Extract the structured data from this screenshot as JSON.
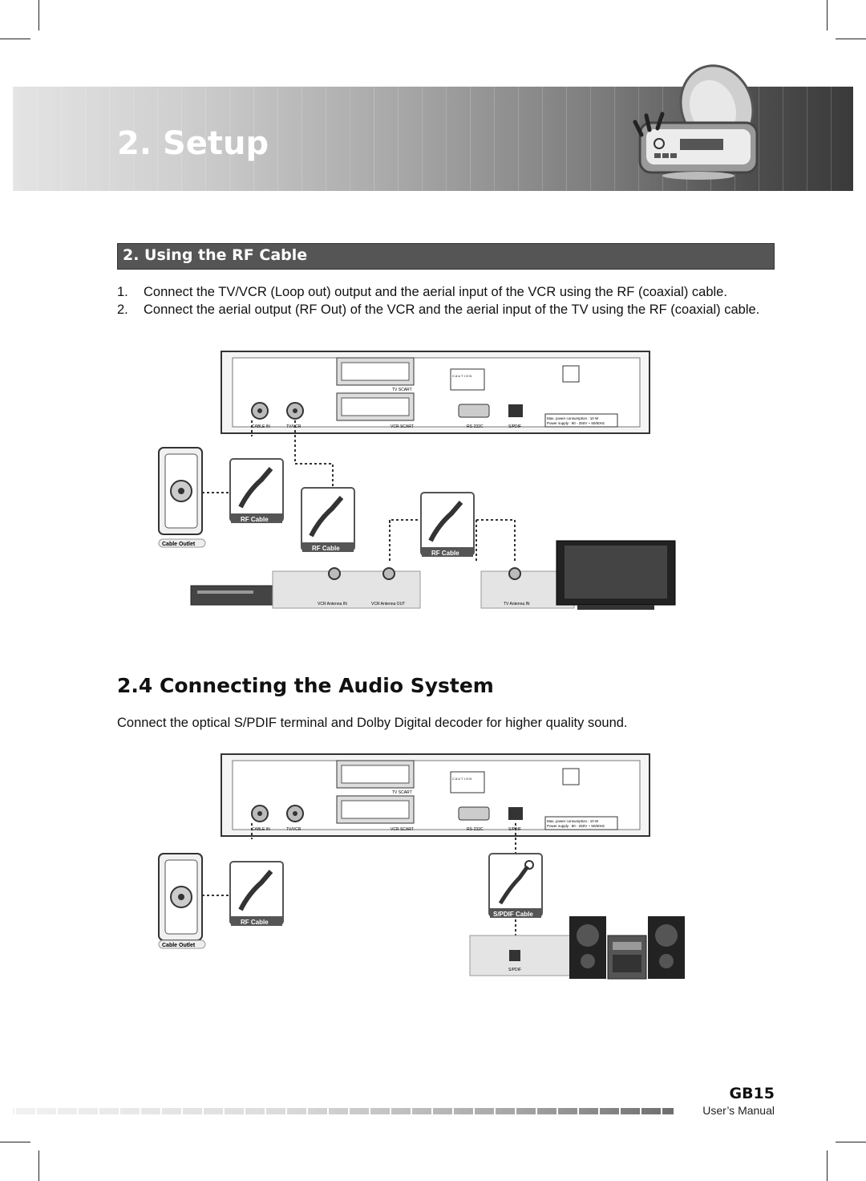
{
  "header": {
    "title": "2. Setup",
    "icon": "satellite-receiver-icon"
  },
  "rf_section": {
    "title": "2. Using the RF Cable",
    "steps": [
      {
        "num": "1.",
        "text": "Connect the TV/VCR (Loop out) output and the aerial input of the VCR using the RF (coaxial) cable."
      },
      {
        "num": "2.",
        "text": "Connect the aerial output (RF Out) of the VCR and the aerial input of the TV using the RF (coaxial) cable."
      }
    ]
  },
  "receiver_labels": {
    "cable_in": "CABLE IN",
    "tv_vcr": "TV/VCR",
    "vcr_scart": "VCR SCART",
    "tv_scart": "TV SCART",
    "rs232c": "RS-232C",
    "spdif": "S/PDIF",
    "power_line1": "Max. power consumption : 10 W",
    "power_line2": "Power supply : 90 - 250V ~ 50/60Hz",
    "caution": "C A U T I O N"
  },
  "diagram1": {
    "cable_outlet": "Cable Outlet",
    "rf_cable": "RF Cable",
    "vcr_antenna_in": "VCR Antenna IN",
    "vcr_antenna_out": "VCR Antenna OUT",
    "tv_antenna_in": "TV Antenna IN"
  },
  "audio_section": {
    "title": "2.4 Connecting the Audio System",
    "description": "Connect the optical S/PDIF terminal and Dolby Digital decoder for higher quality sound."
  },
  "diagram2": {
    "cable_outlet": "Cable Outlet",
    "rf_cable": "RF Cable",
    "spdif_cable": "S/PDIF Cable",
    "spdif_port": "S/PDIF"
  },
  "footer": {
    "model": "GB15",
    "manual": "User’s Manual"
  }
}
